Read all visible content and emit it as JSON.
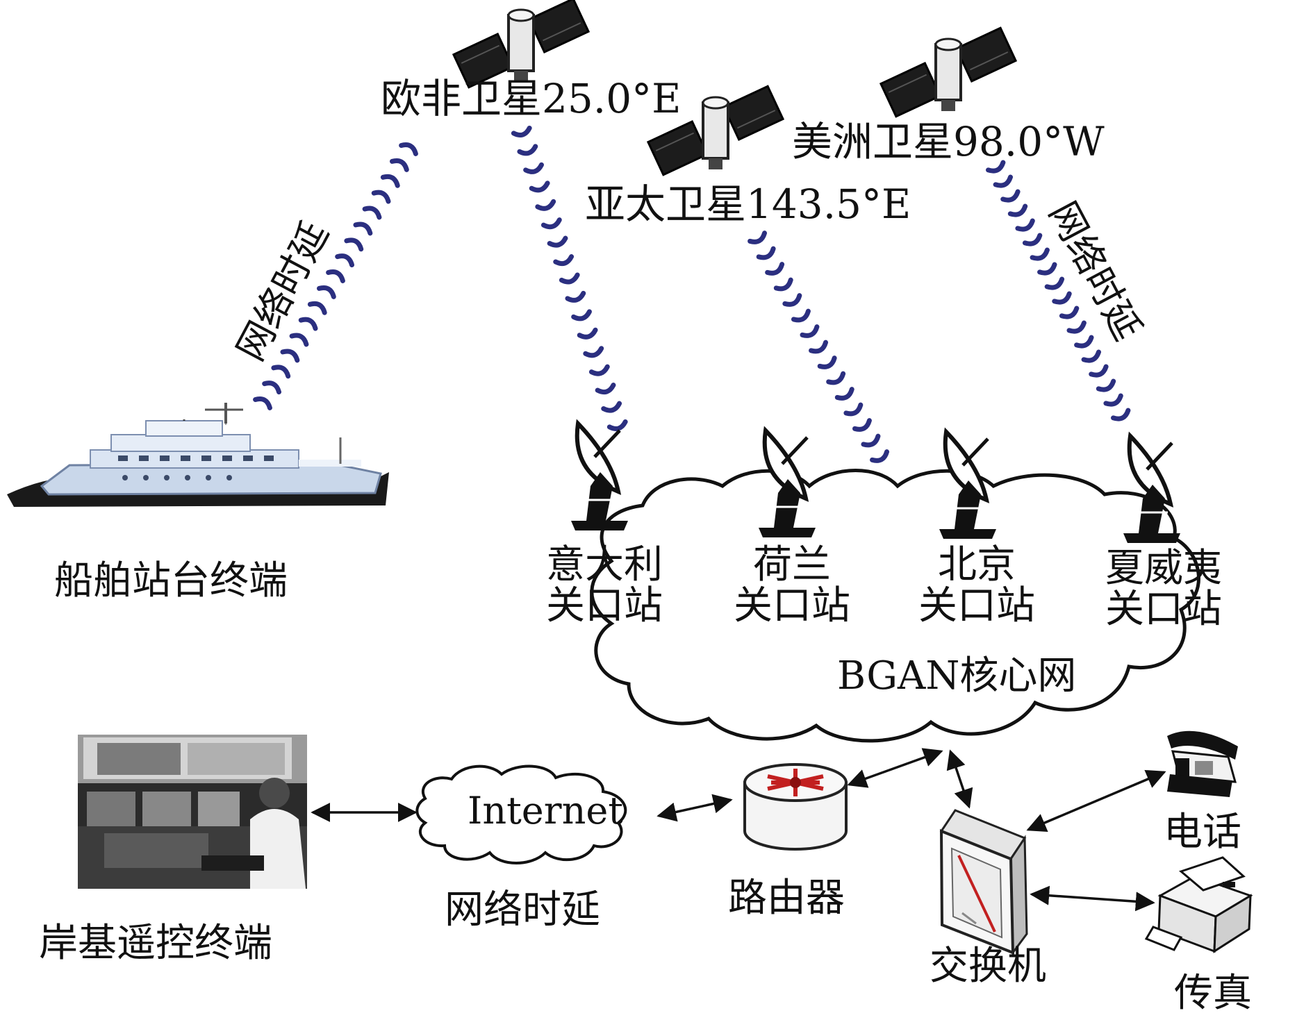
{
  "satellites": {
    "europe_africa": "欧非卫星25.0°E",
    "asia_pacific": "亚太卫星143.5°E",
    "americas": "美洲卫星98.0°W"
  },
  "delays": {
    "left_vertical": "网络时延",
    "right_vertical": "网络时延",
    "internet": "网络时延"
  },
  "ship": {
    "label": "船舶站台终端"
  },
  "shore": {
    "label": "岸基遥控终端"
  },
  "stations": [
    {
      "line1": "意大利",
      "line2": "关口站"
    },
    {
      "line1": "荷兰",
      "line2": "关口站"
    },
    {
      "line1": "北京",
      "line2": "关口站"
    },
    {
      "line1": "夏威夷",
      "line2": "关口站"
    }
  ],
  "core_network": "BGAN核心网",
  "internet_label": "Internet",
  "router_label": "路由器",
  "switch_label": "交换机",
  "phone_label": "电话",
  "fax_label": "传真",
  "colors": {
    "signal": "#2b2f80",
    "ink": "#111111",
    "router": "#c22020"
  }
}
